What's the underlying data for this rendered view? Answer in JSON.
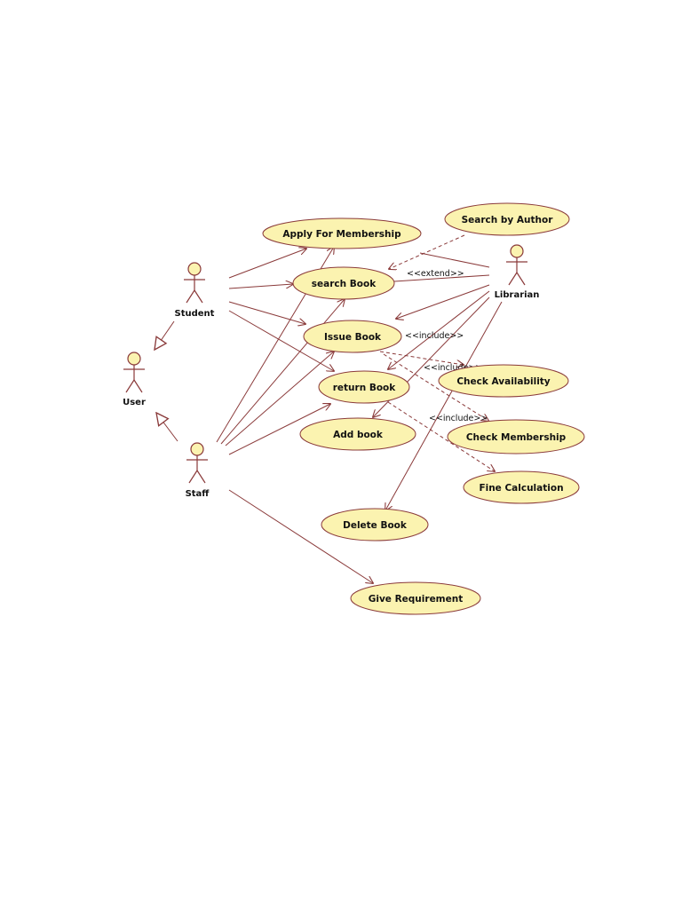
{
  "diagram": {
    "colors": {
      "usecase_fill": "#fbf3b0",
      "usecase_stroke": "#8a3a3a",
      "line": "#8a3a3a",
      "text": "#111111"
    },
    "actors": {
      "student": "Student",
      "user": "User",
      "staff": "Staff",
      "librarian": "Librarian"
    },
    "usecases": {
      "apply_membership": "Apply For Membership",
      "search_by_author": "Search by Author",
      "search_book": "search Book",
      "issue_book": "Issue Book",
      "return_book": "return Book",
      "add_book": "Add book",
      "check_availability": "Check Availability",
      "check_membership": "Check Membership",
      "fine_calculation": "Fine Calculation",
      "delete_book": "Delete Book",
      "give_requirement": "Give Requirement"
    },
    "stereotypes": {
      "extend": "<<extend>>",
      "include_1": "<<include>>",
      "include_2": "<<include>>",
      "include_3": "<<include>>"
    }
  }
}
